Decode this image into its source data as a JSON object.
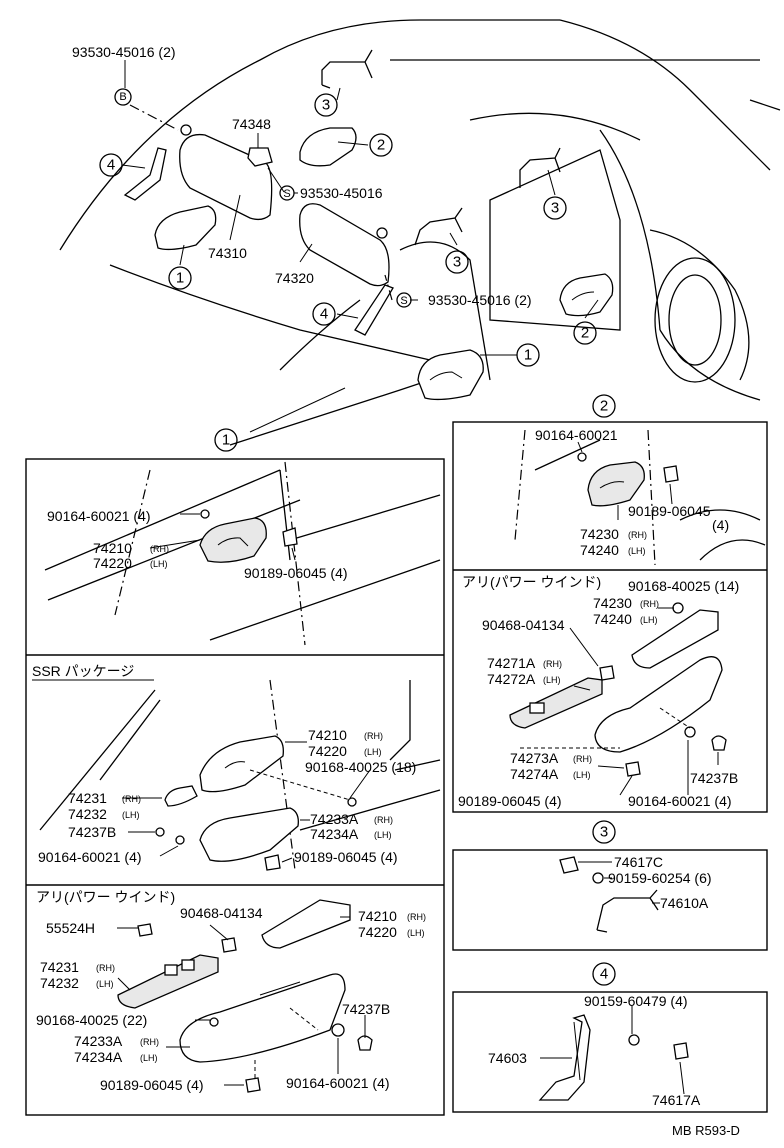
{
  "top": {
    "p93530_45016_2_tl": "93530-45016 (2)",
    "p74348": "74348",
    "p93530_45016_s": "93530-45016",
    "p74310": "74310",
    "p74320": "74320",
    "p93530_45016_2_r": "93530-45016 (2)",
    "mark_b": "B",
    "mark_s": "S"
  },
  "callouts": {
    "c1": "1",
    "c2": "2",
    "c3": "3",
    "c4": "4"
  },
  "box1": {
    "p90164_60021_4": "90164-60021 (4)",
    "p74210": "74210",
    "p74220": "74220",
    "rh": "(RH)",
    "lh": "(LH)",
    "p90189_06045_4": "90189-06045 (4)"
  },
  "box_ssr": {
    "title": "SSR パッケージ",
    "p74210": "74210",
    "p74220": "74220",
    "p90168_40025_18": "90168-40025 (18)",
    "p74231": "74231",
    "p74232": "74232",
    "p74237B": "74237B",
    "p74233A": "74233A",
    "p74234A": "74234A",
    "p90164_60021_4": "90164-60021 (4)",
    "p90189_06045_4": "90189-06045 (4)",
    "rh": "(RH)",
    "lh": "(LH)"
  },
  "box_pw_left": {
    "title": "アリ(パワー ウインド)",
    "p55524H": "55524H",
    "p90468_04134": "90468-04134",
    "p74210": "74210",
    "p74220": "74220",
    "p74231": "74231",
    "p74232": "74232",
    "p90168_40025_22": "90168-40025 (22)",
    "p74237B": "74237B",
    "p74233A": "74233A",
    "p74234A": "74234A",
    "p90189_06045_4": "90189-06045 (4)",
    "p90164_60021_4": "90164-60021 (4)",
    "rh": "(RH)",
    "lh": "(LH)"
  },
  "box2": {
    "p90164_60021": "90164-60021",
    "p90189_06045": "90189-06045",
    "p90189_06045_qty": "(4)",
    "p74230": "74230",
    "p74240": "74240",
    "rh": "(RH)",
    "lh": "(LH)",
    "pw_title": "アリ(パワー ウインド)",
    "p90168_40025_14": "90168-40025 (14)",
    "p90468_04134": "90468-04134",
    "p74230b": "74230",
    "p74240b": "74240",
    "p74271A": "74271A",
    "p74272A": "74272A",
    "p74273A": "74273A",
    "p74274A": "74274A",
    "p74237B": "74237B",
    "p90189_06045_4": "90189-06045 (4)",
    "p90164_60021_4": "90164-60021 (4)"
  },
  "box3": {
    "p74617C": "74617C",
    "p90159_60254_6": "90159-60254 (6)",
    "p74610A": "74610A"
  },
  "box4": {
    "p90159_60479_4": "90159-60479 (4)",
    "p74603": "74603",
    "p74617A": "74617A"
  },
  "footer": {
    "code": "MB R593-D"
  }
}
